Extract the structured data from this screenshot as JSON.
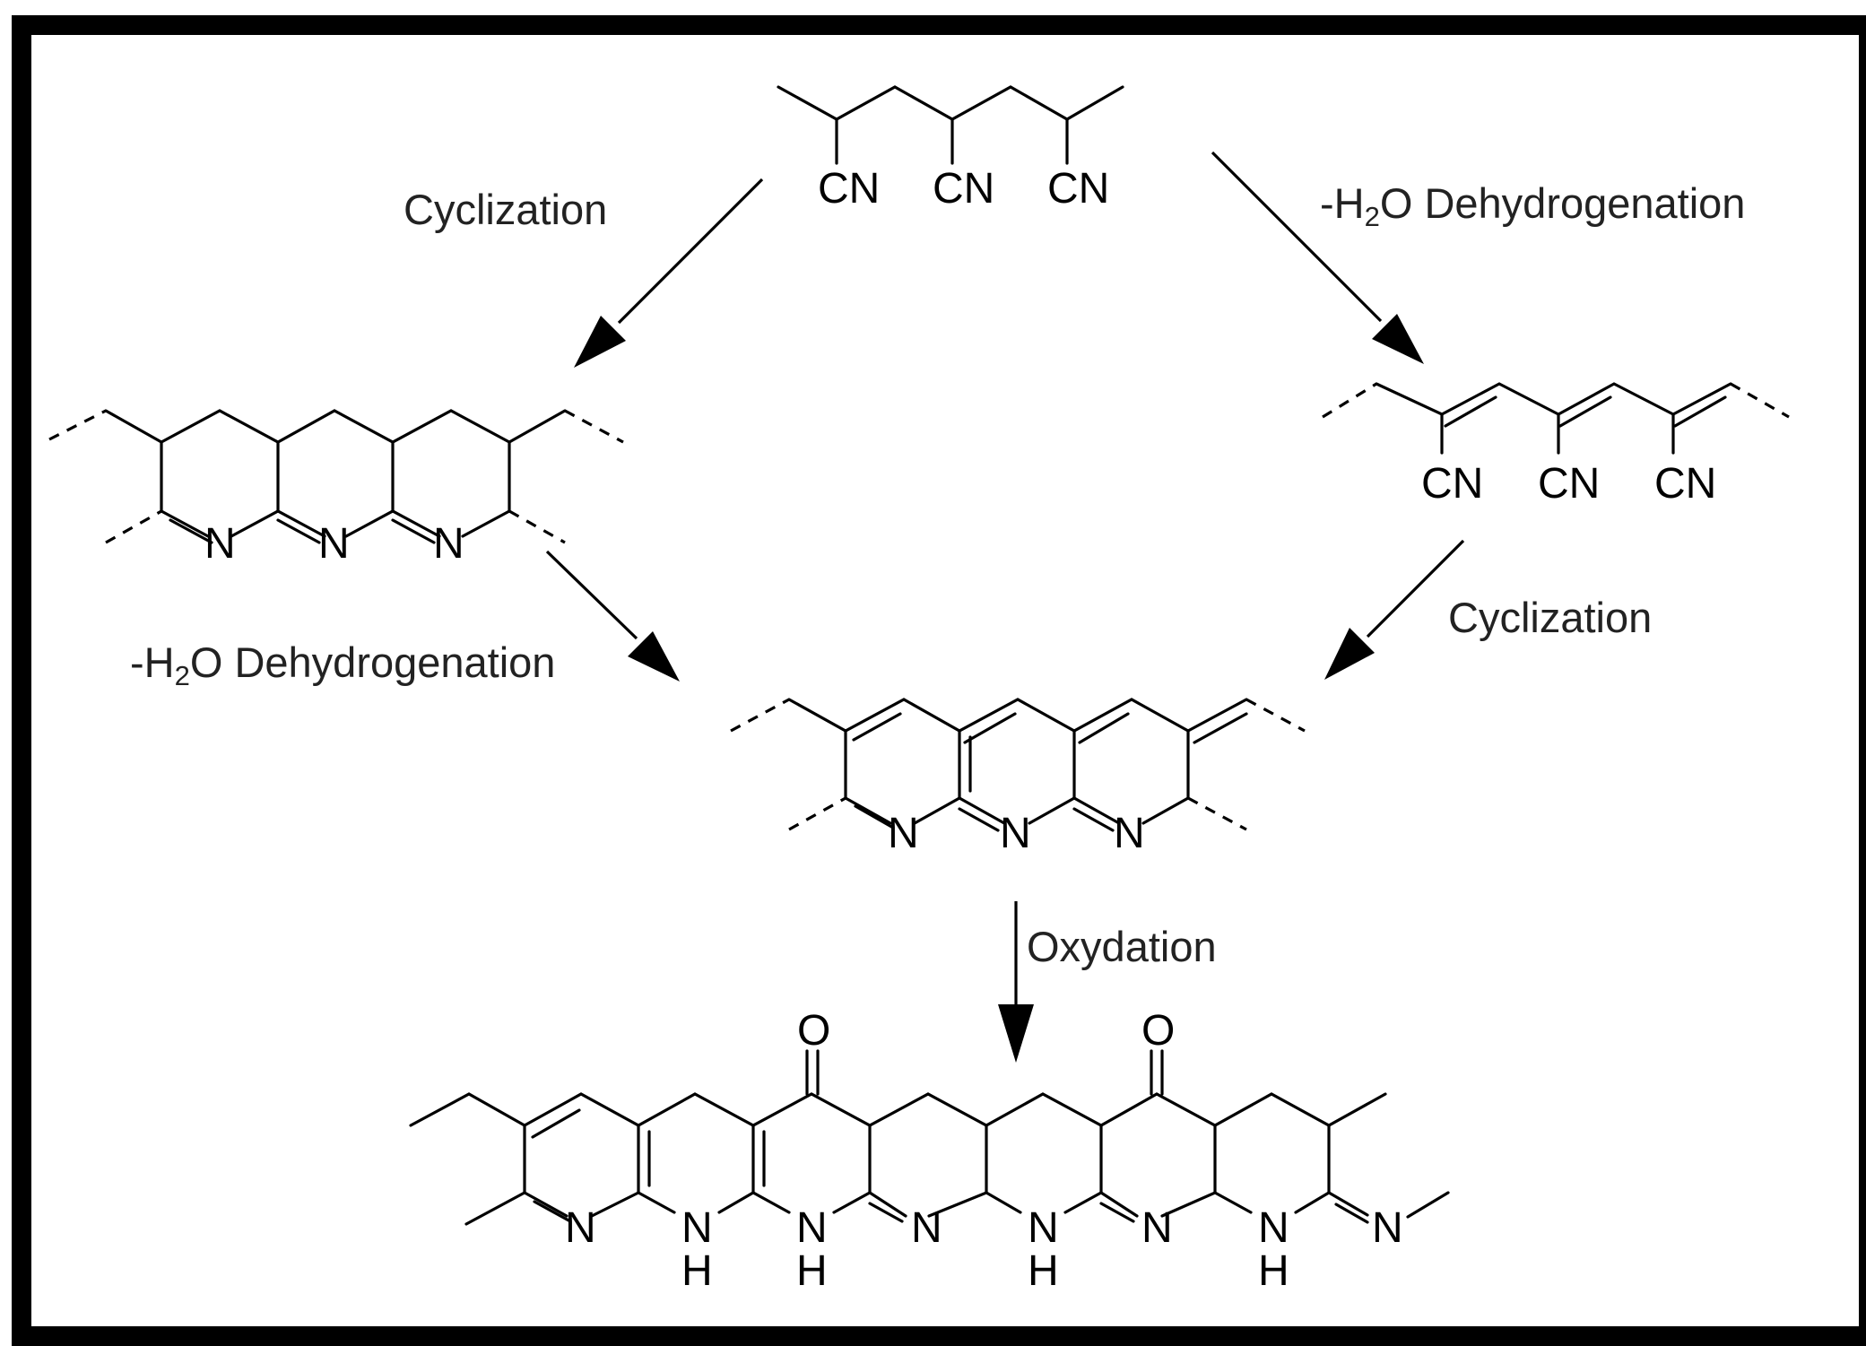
{
  "labels": {
    "cyclization_left": "Cyclization",
    "dehydro_right_prefix": "-H",
    "dehydro_right_sub": "2",
    "dehydro_right_suffix": "O  Dehydrogenation",
    "dehydro_left_prefix": "-H",
    "dehydro_left_sub": "2",
    "dehydro_left_suffix": "O  Dehydrogenation",
    "cyclization_right": "Cyclization",
    "oxydation": "Oxydation"
  },
  "atoms": {
    "CN": "CN",
    "N": "N",
    "NH_N": "N",
    "NH_H": "H",
    "O": "O"
  },
  "colors": {
    "ink": "#000000",
    "background": "#ffffff",
    "frame": "#000000"
  }
}
